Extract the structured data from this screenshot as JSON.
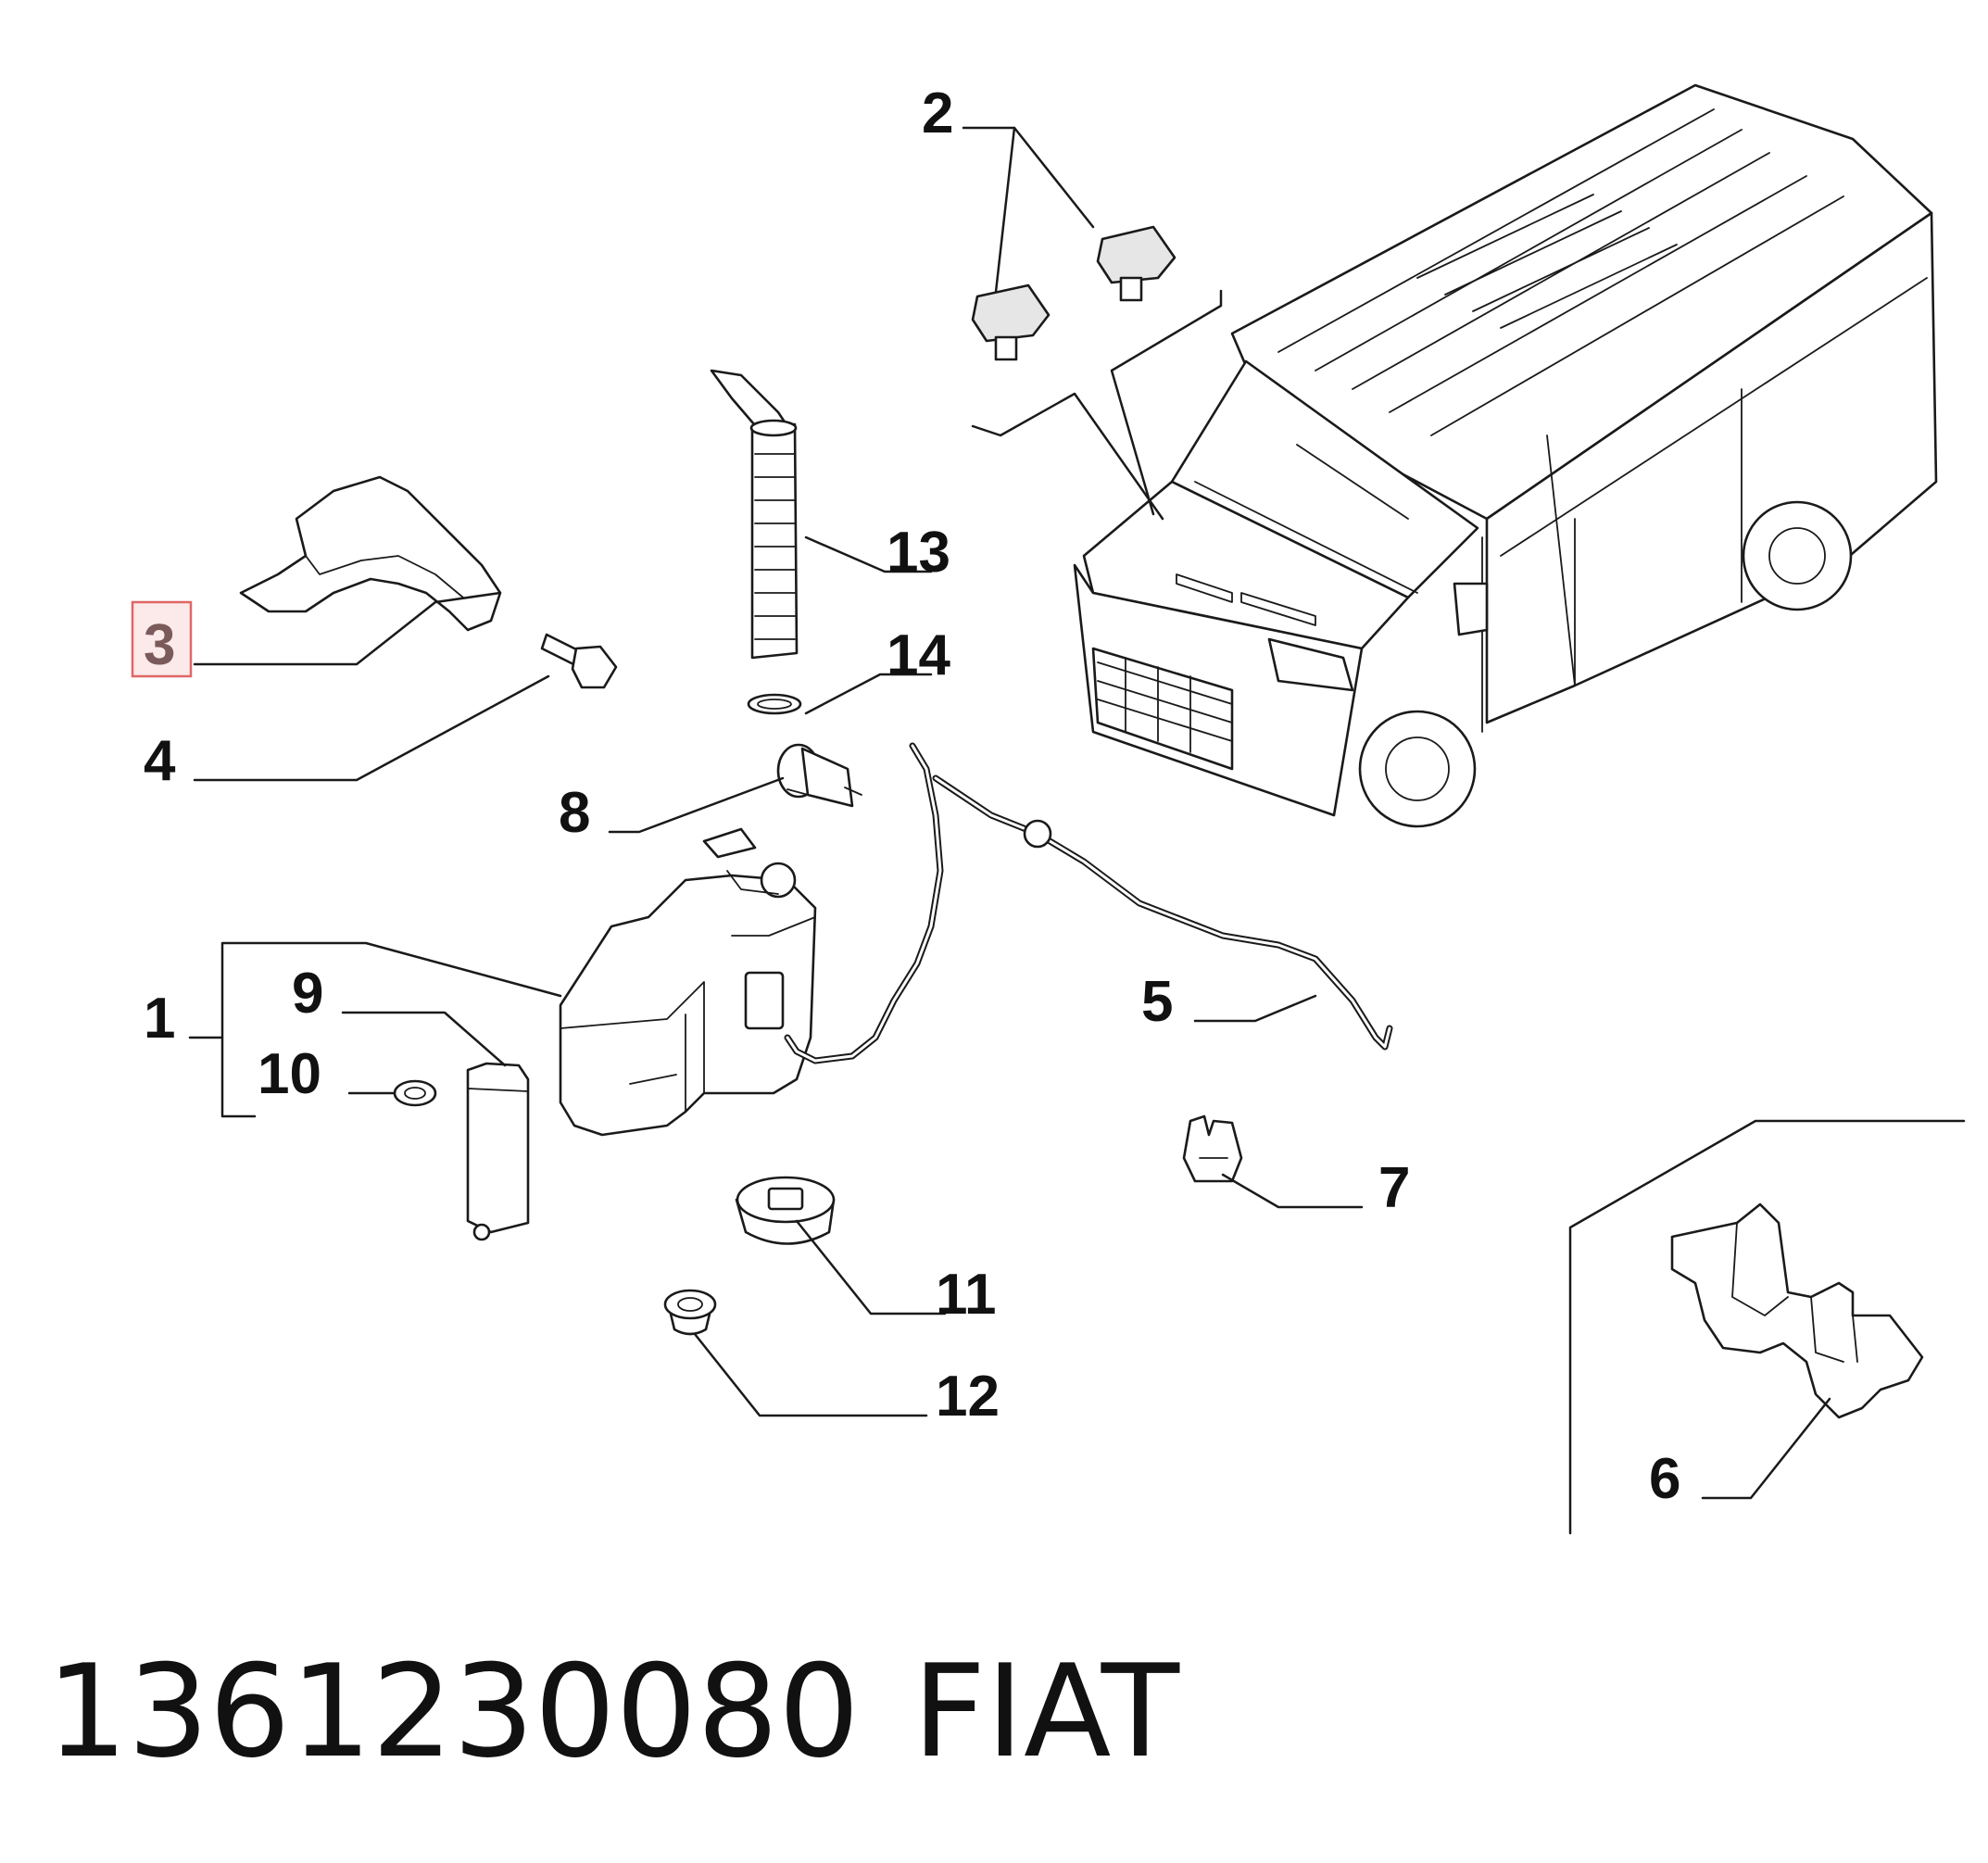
{
  "callouts": {
    "c1": "1",
    "c2": "2",
    "c3": "3",
    "c4": "4",
    "c5": "5",
    "c6": "6",
    "c7": "7",
    "c8": "8",
    "c9": "9",
    "c10": "10",
    "c11": "11",
    "c12": "12",
    "c13": "13",
    "c14": "14"
  },
  "highlighted_callout": "3",
  "footer": {
    "part_number": "1361230080",
    "brand": "FIAT"
  },
  "colors": {
    "highlight_fill": "#fce9e9",
    "highlight_stroke": "#e06666",
    "ink": "#1a1a1a"
  }
}
